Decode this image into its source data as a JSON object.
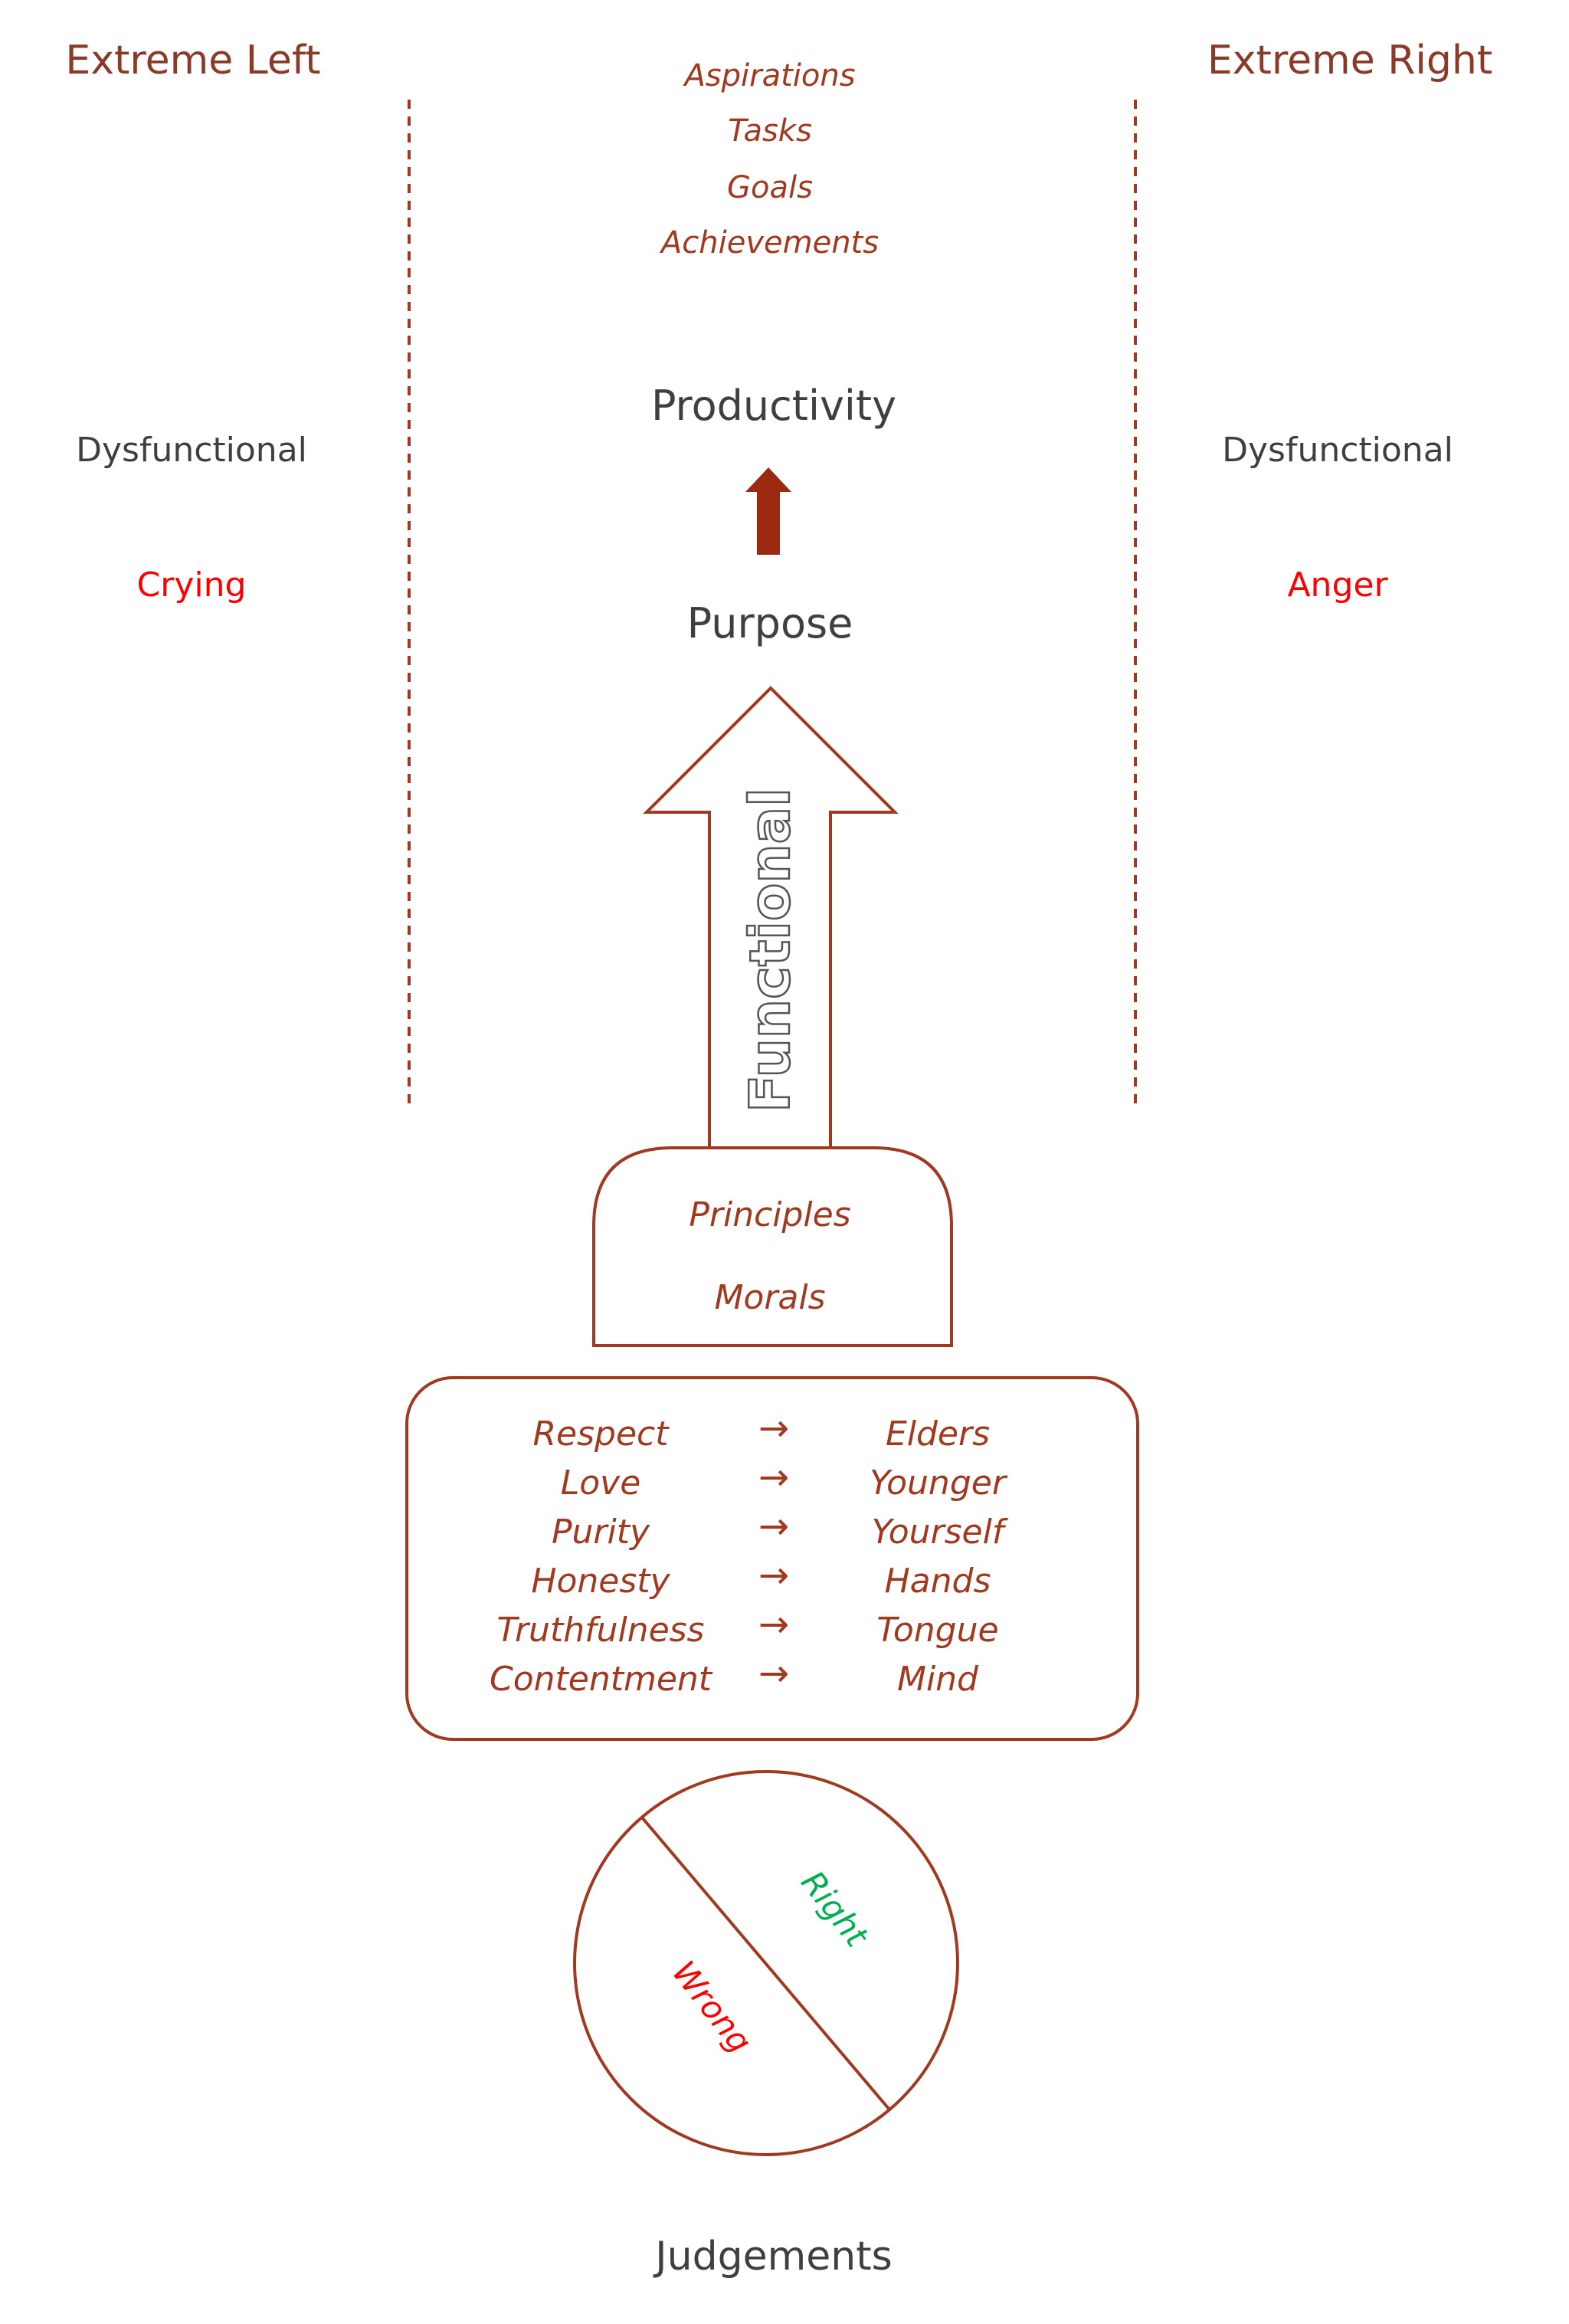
{
  "columns": {
    "left": {
      "heading": "Extreme Left",
      "state": "Dysfunctional",
      "emotion": "Crying"
    },
    "right": {
      "heading": "Extreme Right",
      "state": "Dysfunctional",
      "emotion": "Anger"
    }
  },
  "center_top": {
    "items": [
      "Aspirations",
      "Tasks",
      "Goals",
      "Achievements"
    ],
    "productivity": "Productivity",
    "purpose": "Purpose"
  },
  "main_arrow": {
    "label": "Functional"
  },
  "foundation": {
    "principles": "Principles",
    "morals": "Morals"
  },
  "values_box": {
    "arrow_glyph": "→",
    "rows": [
      {
        "virtue": "Respect",
        "target": "Elders"
      },
      {
        "virtue": "Love",
        "target": "Younger"
      },
      {
        "virtue": "Purity",
        "target": "Yourself"
      },
      {
        "virtue": "Honesty",
        "target": "Hands"
      },
      {
        "virtue": "Truthfulness",
        "target": "Tongue"
      },
      {
        "virtue": "Contentment",
        "target": "Mind"
      }
    ]
  },
  "judgement_circle": {
    "right_label": "Right",
    "wrong_label": "Wrong"
  },
  "footer": {
    "label": "Judgements"
  },
  "colors": {
    "main": "#a0391f",
    "text": "#3f3f3f",
    "alert": "#ff0000",
    "right": "#00b050",
    "small_arrow": "#9b2a10"
  }
}
